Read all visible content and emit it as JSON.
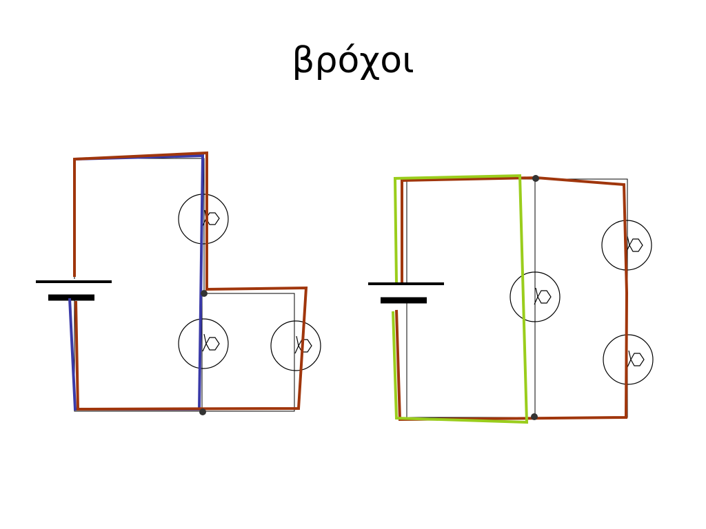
{
  "slide": {
    "title": "βρόχοι"
  },
  "colors": {
    "wire": "#000000",
    "loop_red": "#a0360c",
    "loop_blue": "#3a3aa8",
    "loop_green": "#9acd1c",
    "node": "#333333"
  },
  "diagrams": [
    {
      "name": "left-circuit",
      "components": [
        "battery",
        "bulb",
        "bulb",
        "bulb"
      ],
      "loops": [
        "red",
        "blue"
      ]
    },
    {
      "name": "right-circuit",
      "components": [
        "battery",
        "bulb",
        "bulb",
        "bulb"
      ],
      "loops": [
        "red",
        "green"
      ]
    }
  ]
}
